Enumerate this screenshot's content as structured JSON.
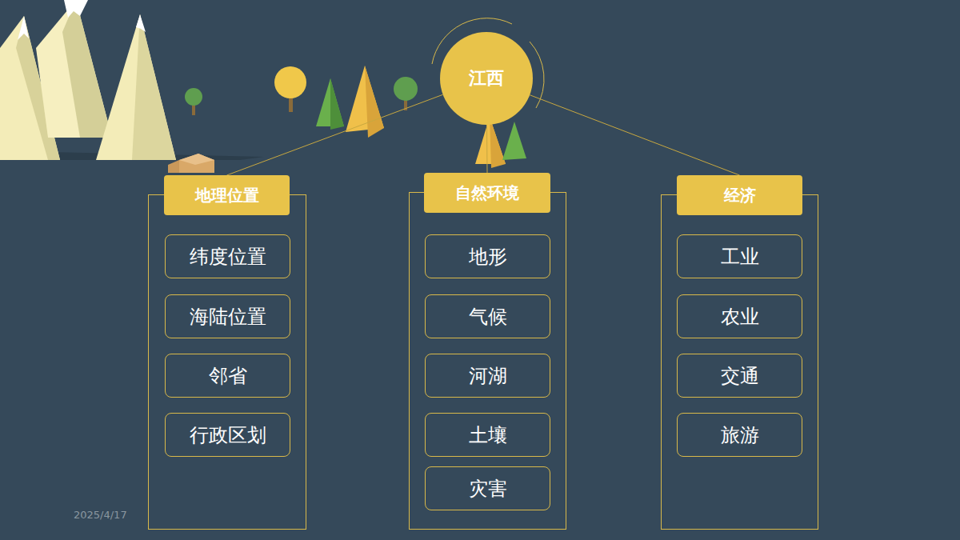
{
  "diagram": {
    "nodes": [
      {
        "text": [
          "江西"
        ]
      },
      {
        "text": [
          "地理位置"
        ]
      },
      {
        "text": [
          "纬度位置"
        ],
        "in": 1
      },
      {
        "text": [
          "海陆位置"
        ],
        "in": 1
      },
      {
        "text": [
          "邻省"
        ],
        "in": 1
      },
      {
        "text": [
          "行政区划"
        ],
        "in": 1
      },
      {
        "text": [
          "自然环境"
        ]
      },
      {
        "text": [
          "地形"
        ],
        "in": 6
      },
      {
        "text": [
          "气候"
        ],
        "in": 6
      },
      {
        "text": [
          "河湖"
        ],
        "in": 6
      },
      {
        "text": [
          "土壤"
        ],
        "in": 6
      },
      {
        "text": [
          "灾害"
        ],
        "in": 6
      },
      {
        "text": [
          "经济"
        ]
      },
      {
        "text": [
          "工业"
        ],
        "in": 12
      },
      {
        "text": [
          "农业"
        ],
        "in": 12
      },
      {
        "text": [
          "交通"
        ],
        "in": 12
      },
      {
        "text": [
          "旅游"
        ],
        "in": 12
      }
    ],
    "edges": [
      {
        "from": 0,
        "to": 1,
        "arrow": "none"
      },
      {
        "from": 0,
        "to": 6,
        "arrow": "none"
      },
      {
        "from": 0,
        "to": 12,
        "arrow": "none"
      }
    ],
    "labels": [
      "2025/4/17"
    ]
  }
}
